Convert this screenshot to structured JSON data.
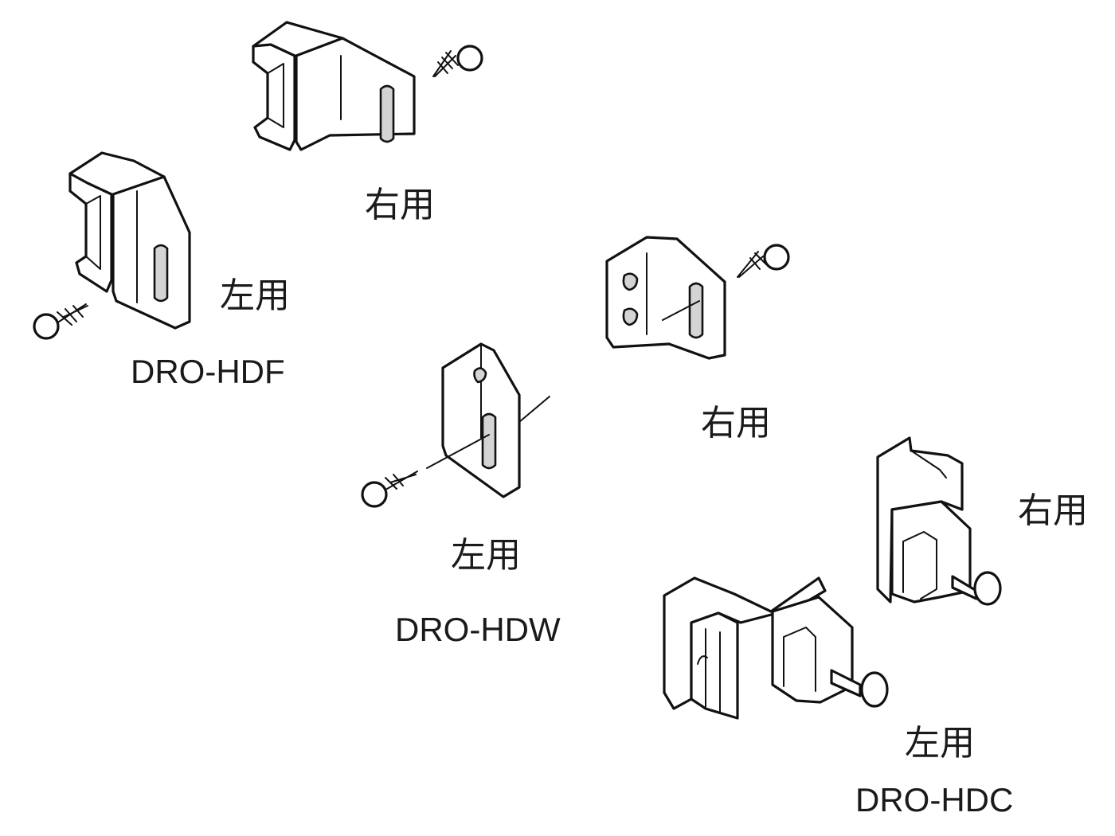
{
  "colors": {
    "line": "#111111",
    "slot_fill": "#d4d4d4",
    "text": "#1a1a1a"
  },
  "labels": {
    "hdf_right": "右用",
    "hdf_left": "左用",
    "hdf_model": "DRO-HDF",
    "hdw_right": "右用",
    "hdw_left": "左用",
    "hdw_model": "DRO-HDW",
    "hdc_right": "右用",
    "hdc_left": "左用",
    "hdc_model": "DRO-HDC"
  },
  "icons": [
    "bracket-illustration",
    "screw-icon",
    "thumb-screw-icon"
  ]
}
